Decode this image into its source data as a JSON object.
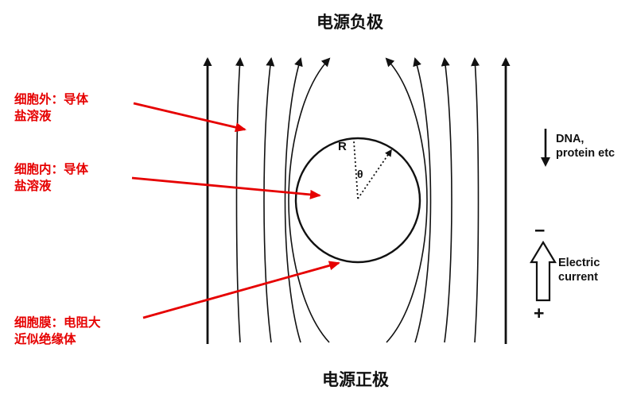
{
  "titles": {
    "top": "电源负极",
    "bottom": "电源正极"
  },
  "annotations": {
    "outside_cell": {
      "line1": "细胞外：导体",
      "line2": "盐溶液"
    },
    "inside_cell": {
      "line1": "细胞内：导体",
      "line2": "盐溶液"
    },
    "membrane": {
      "line1": "细胞膜：电阻大",
      "line2": "近似绝缘体"
    }
  },
  "right_panel": {
    "dna_line1": "DNA,",
    "dna_line2": "protein etc",
    "minus": "−",
    "plus": "+",
    "current_line1": "Electric",
    "current_line2": "current"
  },
  "cell": {
    "radius_label": "R",
    "angle_label": "θ"
  },
  "colors": {
    "annotation_red": "#e60000",
    "diagram_black": "#111111"
  }
}
